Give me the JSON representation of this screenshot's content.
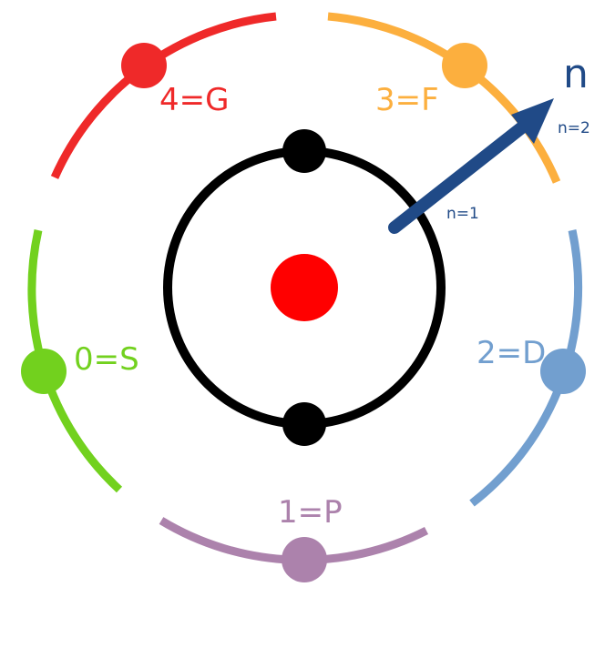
{
  "colors": {
    "s": "#72d11e",
    "p": "#ac82ac",
    "d": "#729fcf",
    "f": "#fcaf3e",
    "g": "#ef2929",
    "nucleus": "#ff0000",
    "inner_orbit": "#000000",
    "arrow": "#204a87"
  },
  "orbitals": [
    {
      "key": "s",
      "label": "0=S"
    },
    {
      "key": "p",
      "label": "1=P"
    },
    {
      "key": "d",
      "label": "2=D"
    },
    {
      "key": "f",
      "label": "3=F"
    },
    {
      "key": "g",
      "label": "4=G"
    }
  ],
  "quantum_number": {
    "symbol": "n",
    "inner_label": "n=1",
    "outer_label": "n=2"
  }
}
